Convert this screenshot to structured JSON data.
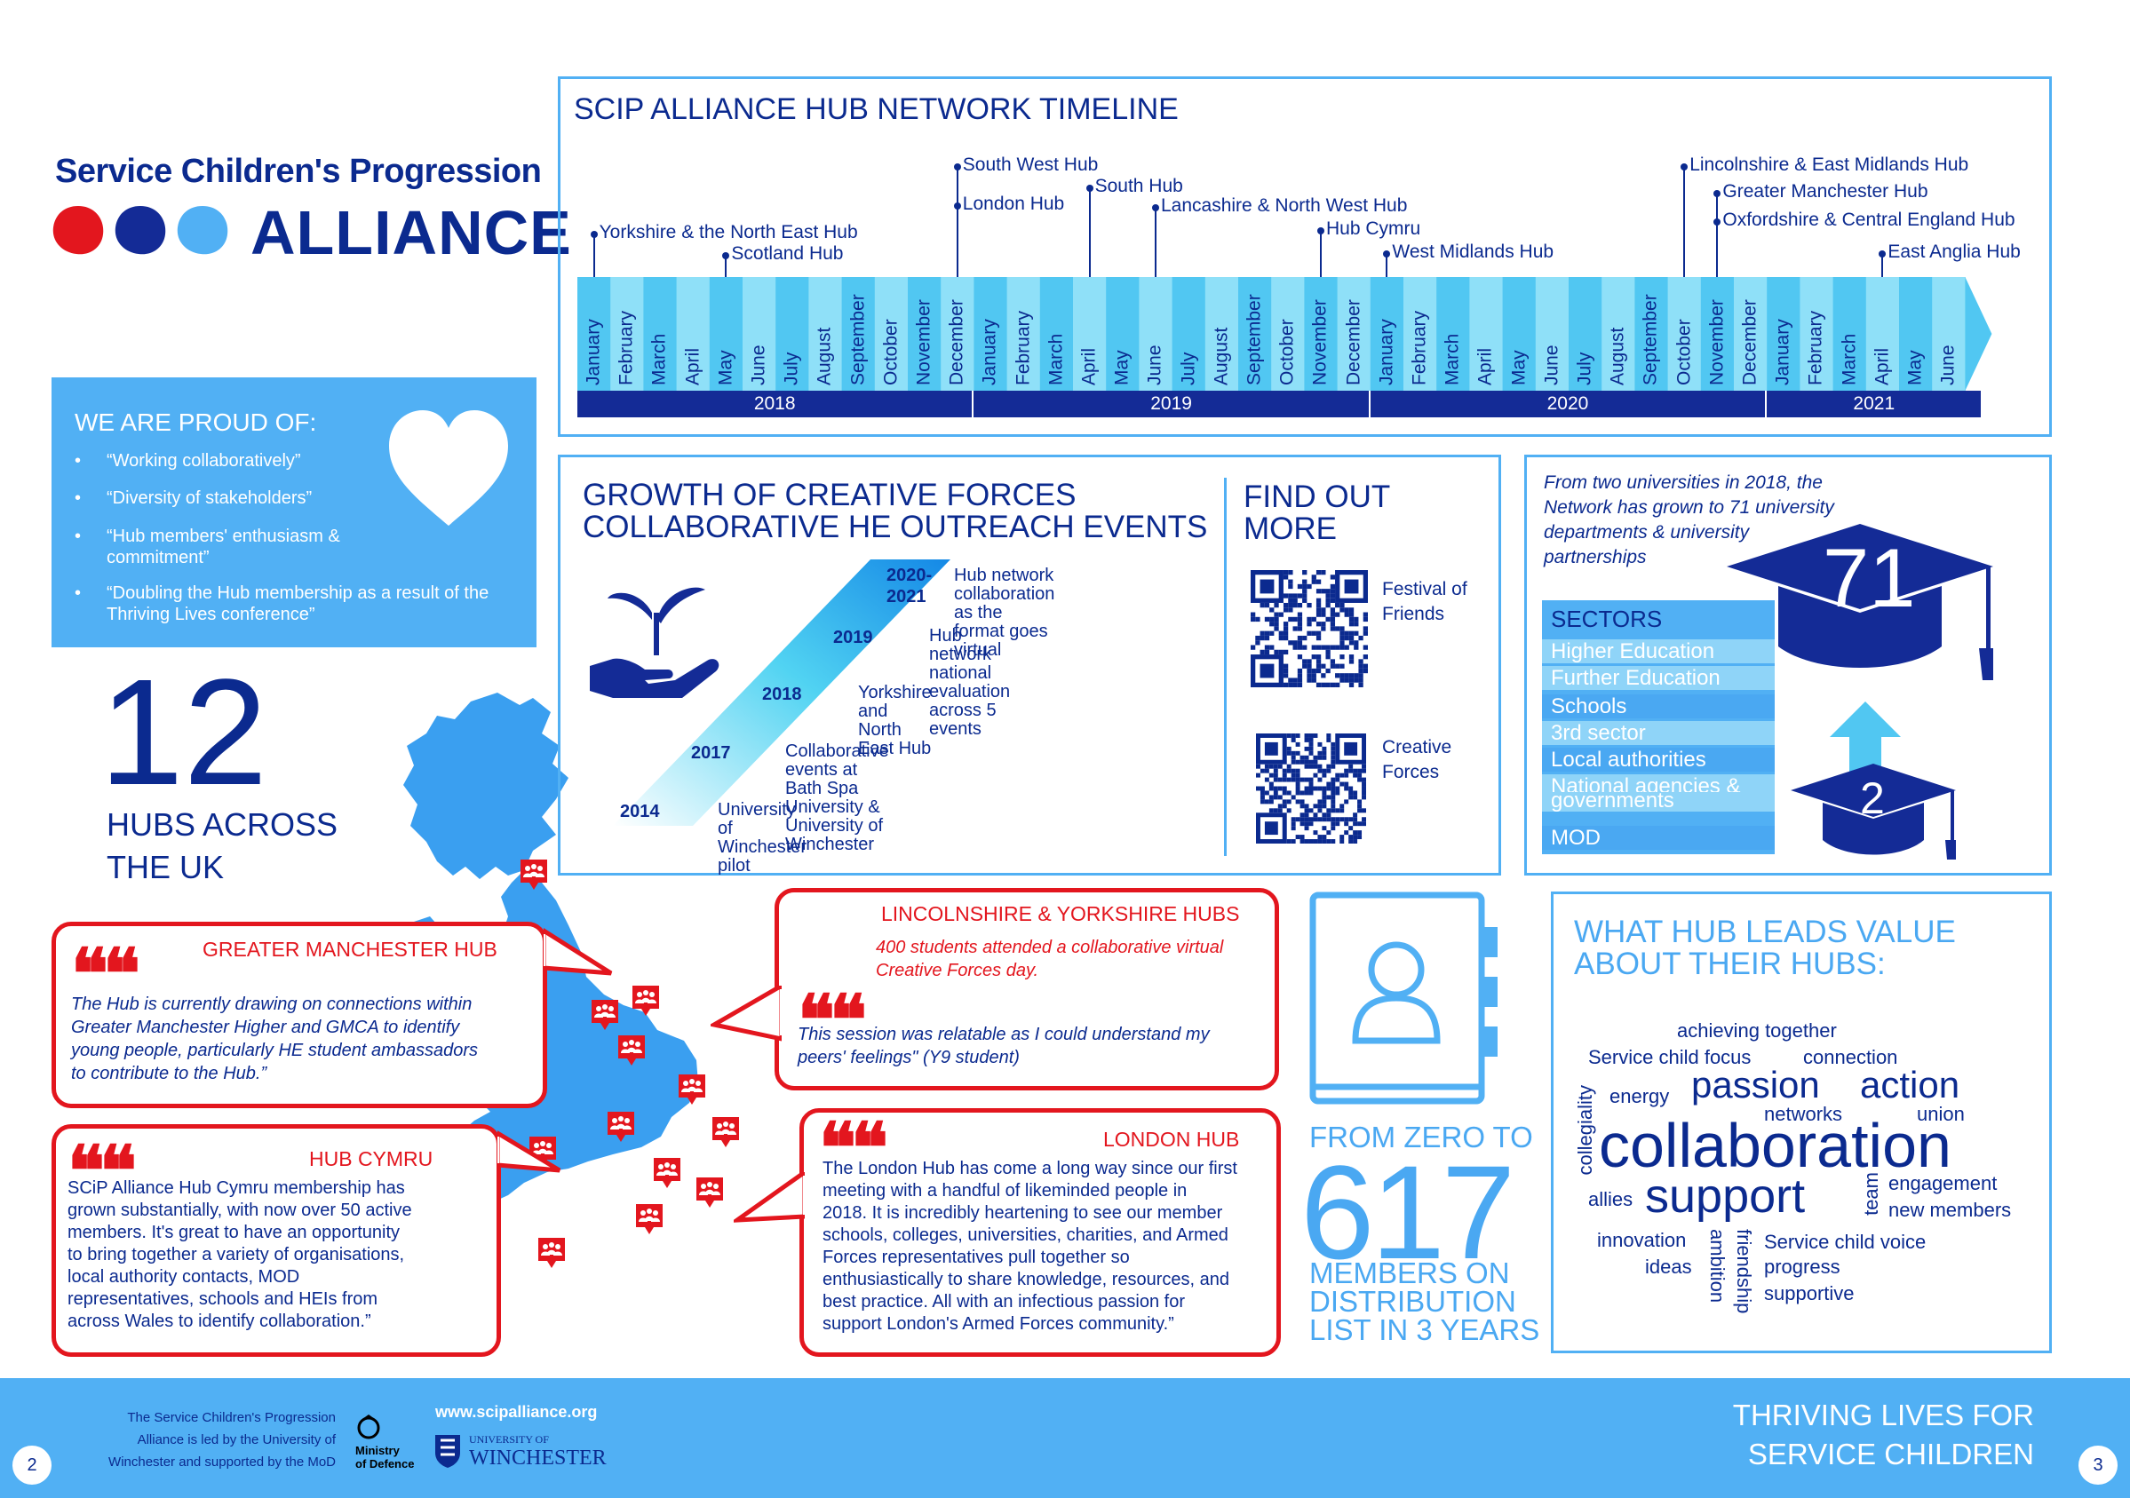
{
  "brand": {
    "title_line1": "Service Children's Progression",
    "title_line2": "ALLIANCE",
    "colors": {
      "navy": "#0b2a8f",
      "red": "#e3161e",
      "light_blue": "#51b0f4"
    }
  },
  "proud": {
    "heading": "WE ARE PROUD OF:",
    "items": [
      "“Working collaboratively”",
      "“Diversity of stakeholders”",
      "“Hub members' enthusiasm & commitment”",
      "“Doubling the Hub membership as a result of the Thriving Lives conference”"
    ],
    "icon": "heart-icon"
  },
  "hubs": {
    "number": "12",
    "label_line1": "HUBS ACROSS",
    "label_line2": "THE UK"
  },
  "timeline": {
    "title": "SCIP ALLIANCE HUB NETWORK TIMELINE",
    "months": [
      "January",
      "February",
      "March",
      "April",
      "May",
      "June",
      "July",
      "August",
      "September",
      "October",
      "November",
      "December",
      "January",
      "February",
      "March",
      "April",
      "May",
      "June",
      "July",
      "August",
      "September",
      "October",
      "November",
      "December",
      "January",
      "February",
      "March",
      "April",
      "May",
      "June",
      "July",
      "August",
      "September",
      "October",
      "November",
      "December",
      "January",
      "February",
      "March",
      "April",
      "May",
      "June"
    ],
    "years": [
      "2018",
      "2019",
      "2020",
      "2021"
    ],
    "events": [
      "Yorkshire & the North East Hub",
      "Scotland Hub",
      "South West Hub",
      "London Hub",
      "South Hub",
      "Lancashire & North West Hub",
      "Hub Cymru",
      "West Midlands Hub",
      "Lincolnshire & East Midlands Hub",
      "Greater Manchester Hub",
      "Oxfordshire & Central England Hub",
      "East Anglia Hub"
    ]
  },
  "growth": {
    "title_line1": "GROWTH OF CREATIVE FORCES",
    "title_line2": "COLLABORATIVE HE OUTREACH EVENTS",
    "steps": [
      {
        "year": "2020-",
        "year2": "2021",
        "text1": "Hub network collaboration",
        "text2": "as the format goes virtual"
      },
      {
        "year": "2019",
        "text1": "Hub network national evaluation",
        "text2": "across 5 events"
      },
      {
        "year": "2018",
        "text1": "Yorkshire and North East Hub",
        "text2": ""
      },
      {
        "year": "2017",
        "text1": "Collaborative events at Bath Spa University &",
        "text2": "University of Winchester"
      },
      {
        "year": "2014",
        "text1": "University of Winchester pilot",
        "text2": ""
      }
    ]
  },
  "findout": {
    "title_line1": "FIND OUT",
    "title_line2": "MORE",
    "qr1_line1": "Festival of",
    "qr1_line2": "Friends",
    "qr2_line1": "Creative",
    "qr2_line2": "Forces"
  },
  "universities": {
    "text_line1": "From two universities in 2018, the",
    "text_line2": "Network has grown to 71 university",
    "text_line3": "departments & university",
    "text_line4": "partnerships",
    "big_number": "71",
    "small_number": "2",
    "sectors_heading": "SECTORS",
    "sectors": [
      "Higher Education",
      "Further Education",
      "Schools",
      "3rd sector",
      "Local authorities",
      "National agencies &",
      "governments",
      "MOD"
    ]
  },
  "quotes": {
    "gm": {
      "title": "GREATER MANCHESTER HUB",
      "lines": [
        "The Hub is currently drawing on connections within",
        "Greater Manchester Higher and GMCA to identify",
        "young people, particularly HE student ambassadors",
        "to contribute to the Hub.”"
      ]
    },
    "ly": {
      "title": "LINCOLNSHIRE &  YORKSHIRE HUBS",
      "sub1": "400 students attended a collaborative virtual",
      "sub2": "Creative Forces day.",
      "lines": [
        "This session was relatable as I could understand my",
        "peers' feelings\" (Y9 student)"
      ]
    },
    "cymru": {
      "title": "HUB CYMRU",
      "lines": [
        "SCiP Alliance Hub Cymru membership has",
        "grown substantially, with now over 50 active",
        "members. It's great to have an opportunity",
        "to bring together a variety of organisations,",
        "local authority contacts, MOD",
        "representatives, schools and HEIs from",
        "across Wales to identify collaboration.”"
      ]
    },
    "london": {
      "title": "LONDON HUB",
      "lines": [
        "The London Hub has come a long way since our first",
        "meeting with a handful of likeminded people in",
        "2018. It is incredibly heartening to see our member",
        "schools, colleges, universities, charities, and Armed",
        "Forces representatives pull together so",
        "enthusiastically to share knowledge, resources, and",
        "best practice. All with an infectious passion for",
        "support London's Armed Forces community.”"
      ]
    }
  },
  "members": {
    "line1": "FROM ZERO TO",
    "number": "617",
    "line2": "MEMBERS ON",
    "line3": "DISTRIBUTION",
    "line4": "LIST IN 3 YEARS",
    "icon": "address-book-icon"
  },
  "value": {
    "title_line1": "WHAT HUB LEADS VALUE",
    "title_line2": "ABOUT THEIR HUBS:",
    "words": [
      "achieving together",
      "Service child focus",
      "connection",
      "energy",
      "passion",
      "action",
      "collegiality",
      "networks",
      "union",
      "collaboration",
      "allies",
      "support",
      "team",
      "engagement",
      "new members",
      "innovation",
      "ambition",
      "friendship",
      "Service child voice",
      "ideas",
      "progress",
      "supportive"
    ]
  },
  "footer": {
    "led_line1": "The Service Children's Progression",
    "led_line2": "Alliance is led by the University of",
    "led_line3": "Winchester and supported by the MoD",
    "mod_line1": "Ministry",
    "mod_line2": "of Defence",
    "url": "www.scipalliance.org",
    "uow_line1": "UNIVERSITY OF",
    "uow_line2": "WINCHESTER",
    "tagline1": "THRIVING LIVES FOR",
    "tagline2": "SERVICE CHILDREN",
    "page_left": "2",
    "page_right": "3"
  }
}
